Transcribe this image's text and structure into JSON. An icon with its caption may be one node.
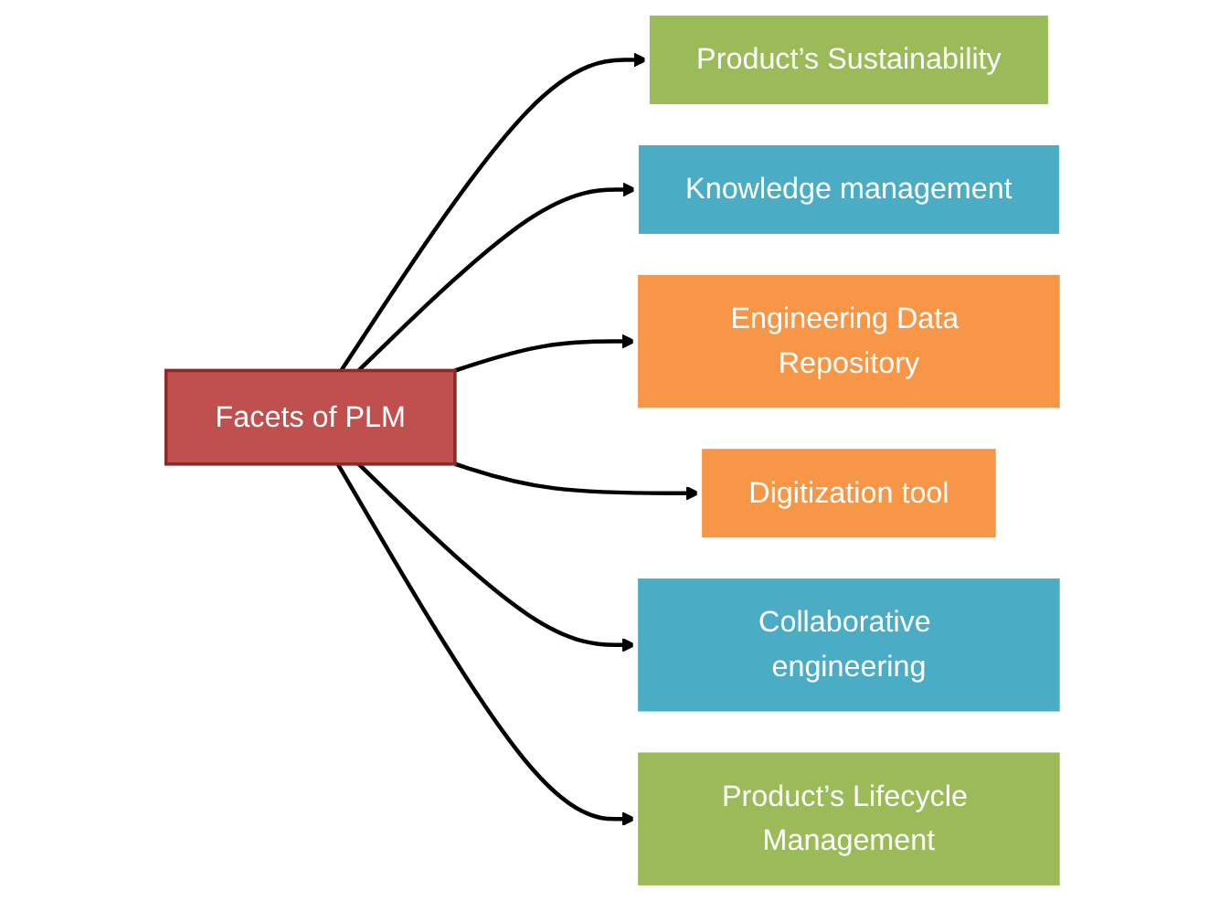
{
  "diagram": {
    "nodes": [
      {
        "text": [
          "Product’s Sustainability"
        ]
      },
      {
        "text": [
          "Knowledge management"
        ]
      },
      {
        "text": [
          "Engineering Data Repository"
        ]
      },
      {
        "text": [
          "Facets of PLM"
        ]
      },
      {
        "text": [
          "Digitization tool"
        ]
      },
      {
        "text": [
          "Collaborative engineering"
        ]
      },
      {
        "text": [
          "Product’s Lifecycle Management"
        ]
      }
    ],
    "edges": [
      {
        "from": 3,
        "to": 0,
        "arrow": "to"
      },
      {
        "from": 3,
        "to": 1,
        "arrow": "to"
      },
      {
        "from": 3,
        "to": 2,
        "arrow": "to"
      },
      {
        "from": 3,
        "to": 4,
        "arrow": "to"
      },
      {
        "from": 3,
        "to": 5,
        "arrow": "to"
      },
      {
        "from": 3,
        "to": 6,
        "arrow": "to"
      }
    ]
  }
}
